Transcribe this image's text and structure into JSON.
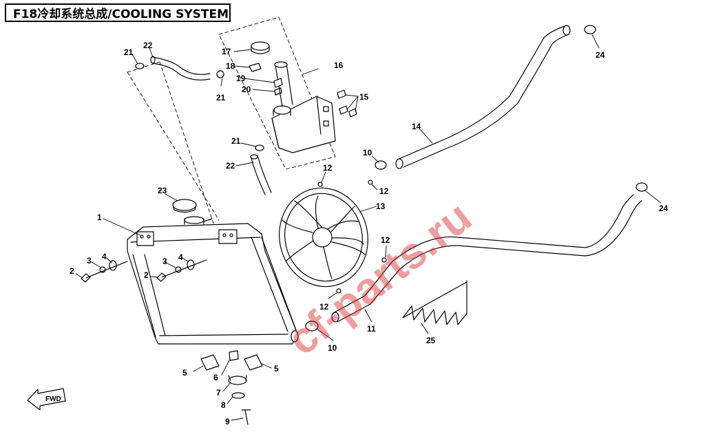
{
  "title": "F18冷却系统总成/COOLING SYSTEM",
  "watermark": "cf-parts.ru",
  "fwd_label": "FWD",
  "callouts": {
    "c1": "1",
    "c2a": "2",
    "c2b": "2",
    "c3a": "3",
    "c3b": "3",
    "c4a": "4",
    "c4b": "4",
    "c5a": "5",
    "c5b": "5",
    "c6": "6",
    "c7": "7",
    "c8": "8",
    "c9": "9",
    "c10a": "10",
    "c10b": "10",
    "c11": "11",
    "c12a": "12",
    "c12b": "12",
    "c12c": "12",
    "c12d": "12",
    "c13": "13",
    "c14": "14",
    "c15": "15",
    "c16": "16",
    "c17": "17",
    "c18": "18",
    "c19": "19",
    "c20": "20",
    "c21a": "21",
    "c21b": "21",
    "c21c": "21",
    "c22a": "22",
    "c22b": "22",
    "c23": "23",
    "c24a": "24",
    "c24b": "24",
    "c25": "25"
  },
  "colors": {
    "line": "#000000",
    "watermark": "#dc2828"
  }
}
